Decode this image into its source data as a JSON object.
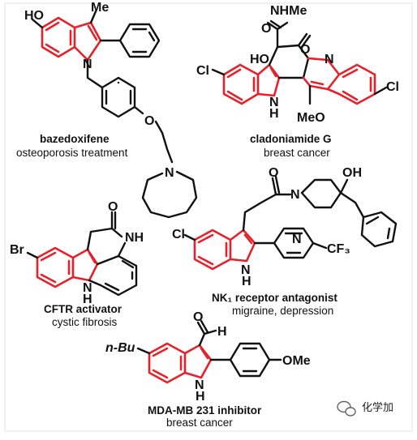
{
  "compounds": [
    {
      "name": "bazedoxifene",
      "desc": "osteoporosis treatment"
    },
    {
      "name": "cladoniamide G",
      "desc": "breast cancer"
    },
    {
      "name": "CFTR activator",
      "desc": "cystic fibrosis"
    },
    {
      "name": "NK₁ receptor antagonist",
      "desc": "migraine, depression"
    },
    {
      "name": "MDA-MB 231 inhibitor",
      "desc": "breast cancer"
    }
  ],
  "atoms": {
    "ho": "HO",
    "me": "Me",
    "n": "N",
    "o": "O",
    "nh": "NH",
    "h": "H",
    "nhme": "NHMe",
    "hoo": "HO",
    "cl": "Cl",
    "meo": "MeO",
    "br": "Br",
    "cf3": "CF₃",
    "oh": "OH",
    "nbu": "n-Bu",
    "ome": "OMe"
  },
  "watermark": {
    "icon": "wechat-icon",
    "text": "化学加"
  },
  "colors": {
    "core": "#e8202a",
    "bond": "#111111"
  }
}
